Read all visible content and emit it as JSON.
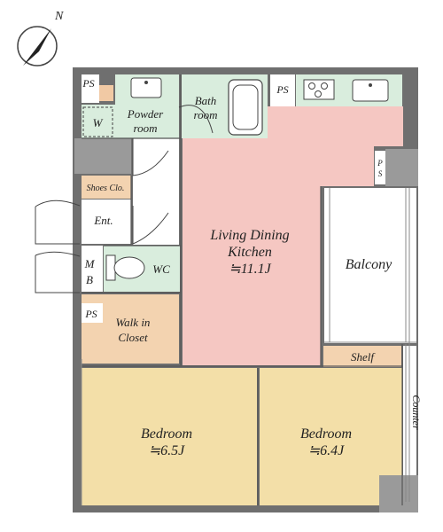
{
  "compass": {
    "north_label": "N"
  },
  "colors": {
    "wall": "#6f6f6f",
    "ldk": "#f5c7c2",
    "wet": "#d9eddd",
    "bedroom": "#f3dfa8",
    "closet": "#f3d3b0",
    "balcony": "#ffffff",
    "line": "#555555"
  },
  "rooms": {
    "ldk": {
      "line1": "Living Dining",
      "line2": "Kitchen",
      "size": "≒11.1J"
    },
    "bedroom1": {
      "name": "Bedroom",
      "size": "≒6.5J"
    },
    "bedroom2": {
      "name": "Bedroom",
      "size": "≒6.4J"
    },
    "balcony": {
      "name": "Balcony"
    },
    "bath": {
      "line1": "Bath",
      "line2": "room"
    },
    "powder": {
      "line1": "Powder",
      "line2": "room"
    },
    "wc": {
      "name": "WC"
    },
    "walkin": {
      "line1": "Walk in",
      "line2": "Closet"
    },
    "entrance": {
      "name": "Ent."
    },
    "shoes": {
      "name": "Shoes Clo."
    },
    "shelf": {
      "name": "Shelf"
    },
    "counter": {
      "name": "Counter"
    },
    "washer": {
      "name": "W"
    },
    "mb": {
      "line1": "M",
      "line2": "B"
    }
  },
  "pipe_spaces": {
    "ps_top_left": "PS",
    "ps_kitchen": "PS",
    "ps_closet": "PS",
    "ps_right_line1": "P",
    "ps_right_line2": "S"
  }
}
